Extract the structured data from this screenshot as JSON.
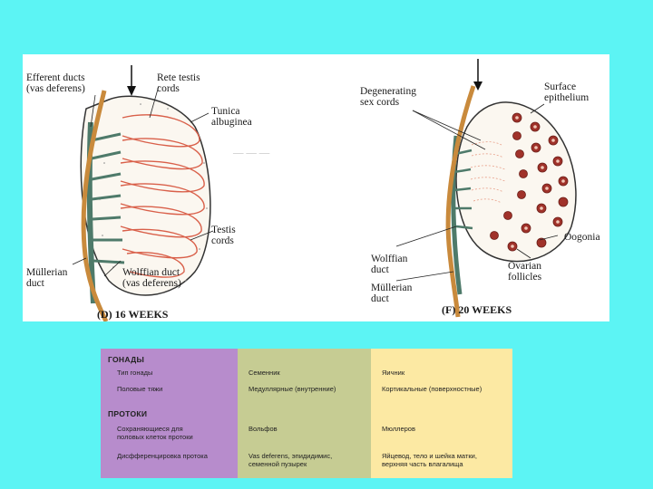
{
  "figure": {
    "labels": {
      "efferent": "Efferent ducts\n(vas deferens)",
      "rete": "Rete testis\ncords",
      "tunica": "Tunica\nalbuginea",
      "testis_cords": "Testis\ncords",
      "mullerian_left": "Müllerian\nduct",
      "wolffian_left": "Wolffian duct\n(vas deferens)",
      "degenerating": "Degenerating\nsex cords",
      "surface": "Surface\nepithelium",
      "oogonia": "Oogonia",
      "wolffian_right": "Wolffian\nduct",
      "mullerian_right": "Müllerian\nduct",
      "ovarian": "Ovarian\nfollicles"
    },
    "caption_left": "(D)  16 WEEKS",
    "caption_right": "(F)  20 WEEKS",
    "faint_mark": "— — —"
  },
  "table": {
    "row1_header": "ГОНАДЫ",
    "gonad_type_label": "Тип гонады",
    "gonad_type_male": "Семенник",
    "gonad_type_female": "Яичник",
    "sex_cords_label": "Половые тяжи",
    "sex_cords_male": "Медуллярные (внутренние)",
    "sex_cords_female": "Кортикальные (поверхностные)",
    "row2_header": "ПРОТОКИ",
    "retained_label": "Сохраняющиеся для\nполовых клеток протоки",
    "retained_male": "Вольфов",
    "retained_female": "Мюллеров",
    "diff_label": "Дисфференцировка протока",
    "diff_male": "Vas deferens, эпидидимис,\nсеменной пузырек",
    "diff_female": "Яйцевод, тело и шейка матки,\nверхняя часть влагалища"
  },
  "colors": {
    "background": "#5cf4f4",
    "col1": "#b78ccc",
    "col2": "#c6cc93",
    "col3": "#fce9a3",
    "cords": "#d9604a",
    "ducts_green": "#4e7a6a",
    "ducts_orange": "#c98a3c"
  }
}
